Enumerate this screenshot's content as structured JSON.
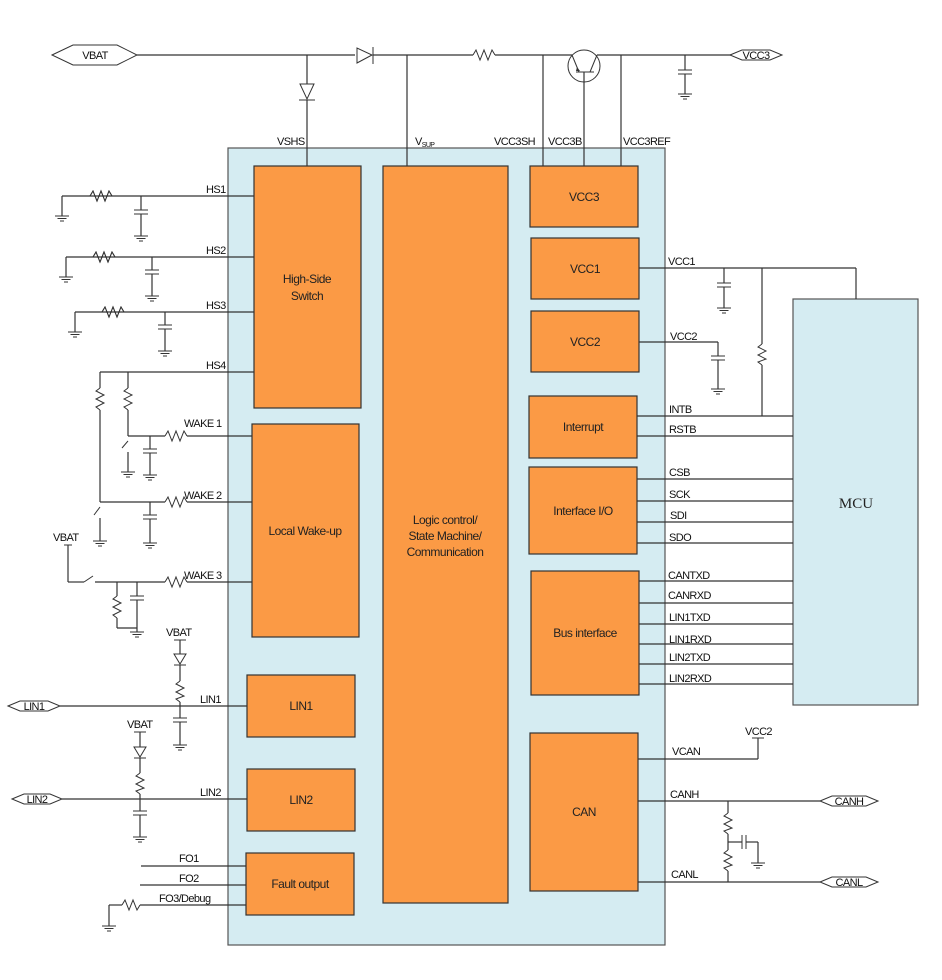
{
  "diagram": {
    "title": "SBC (System Basis Chip) block diagram",
    "colors": {
      "chip_fill": "#d5ecf2",
      "block_fill": "#fb9a45",
      "wire": "#333333"
    },
    "ports": {
      "vbat": "VBAT",
      "vcc3": "VCC3",
      "lin1": "LIN1",
      "lin2": "LIN2",
      "canh": "CANH",
      "canl": "CANL"
    },
    "top_pins": {
      "vshs": "VSHS",
      "vsup": "V",
      "vsup_sub": "SUP",
      "vcc3sh": "VCC3SH",
      "vcc3b": "VCC3B",
      "vcc3ref": "VCC3REF"
    },
    "blocks": {
      "high_side": [
        "High-Side",
        "Switch"
      ],
      "local_wake": "Local Wake-up",
      "lin1": "LIN1",
      "lin2": "LIN2",
      "fault_output": "Fault output",
      "logic": [
        "Logic control/",
        "State Machine/",
        "Communication"
      ],
      "vcc3": "VCC3",
      "vcc1": "VCC1",
      "vcc2": "VCC2",
      "interrupt": "Interrupt",
      "interface_io": "Interface I/O",
      "bus_interface": "Bus interface",
      "can": "CAN",
      "mcu": "MCU"
    },
    "left_pins": {
      "hs1": "HS1",
      "hs2": "HS2",
      "hs3": "HS3",
      "hs4": "HS4",
      "wake1": "WAKE 1",
      "wake2": "WAKE 2",
      "wake3": "WAKE 3",
      "lin1": "LIN1",
      "lin2": "LIN2",
      "fo1": "FO1",
      "fo2": "FO2",
      "fo3": "FO3/Debug"
    },
    "vbat_labels": {
      "wake3": "VBAT",
      "lin1": "VBAT",
      "lin2": "VBAT"
    },
    "right_pins": {
      "vcc1": "VCC1",
      "vcc2": "VCC2",
      "intb": "INTB",
      "rstb": "RSTB",
      "csb": "CSB",
      "sck": "SCK",
      "sdi": "SDI",
      "sdo": "SDO",
      "cantxd": "CANTXD",
      "canrxd": "CANRXD",
      "lin1txd": "LIN1TXD",
      "lin1rxd": "LIN1RXD",
      "lin2txd": "LIN2TXD",
      "lin2rxd": "LIN2RXD",
      "vcan": "VCAN",
      "vcan_supply": "VCC2",
      "canh": "CANH",
      "canl": "CANL"
    }
  }
}
